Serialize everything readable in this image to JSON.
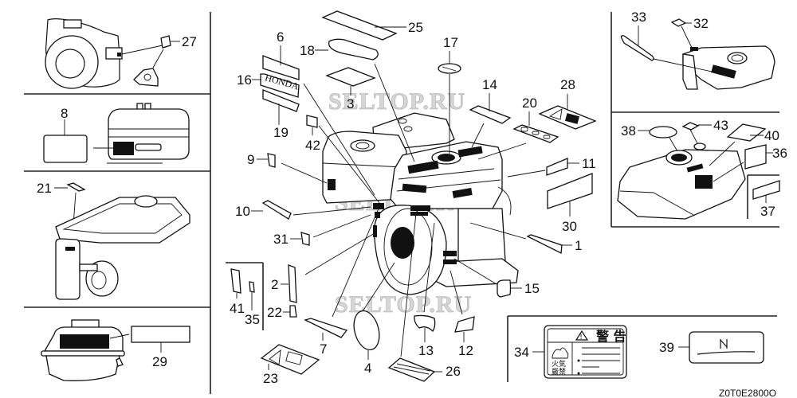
{
  "diagram": {
    "type": "exploded parts diagram - engine labels/decals",
    "watermark": "SELTOP.RU",
    "drawing_code": "Z0T0E2800O",
    "honda_logo_text": "HONDA",
    "warning_label": {
      "title": "警 告",
      "side_text_line1": "火気",
      "side_text_line2": "厳禁"
    },
    "parts": {
      "p1": "1",
      "p2": "2",
      "p3": "3",
      "p4": "4",
      "p6": "6",
      "p7": "7",
      "p8": "8",
      "p9": "9",
      "p10": "10",
      "p11": "11",
      "p12": "12",
      "p13": "13",
      "p14": "14",
      "p15": "15",
      "p16": "16",
      "p17": "17",
      "p18": "18",
      "p19": "19",
      "p20": "20",
      "p21": "21",
      "p22": "22",
      "p23": "23",
      "p25": "25",
      "p26": "26",
      "p27": "27",
      "p28": "28",
      "p29": "29",
      "p30": "30",
      "p31": "31",
      "p32": "32",
      "p33": "33",
      "p34": "34",
      "p35": "35",
      "p36": "36",
      "p37": "37",
      "p38": "38",
      "p39": "39",
      "p40": "40",
      "p41": "41",
      "p42": "42",
      "p43": "43"
    }
  }
}
